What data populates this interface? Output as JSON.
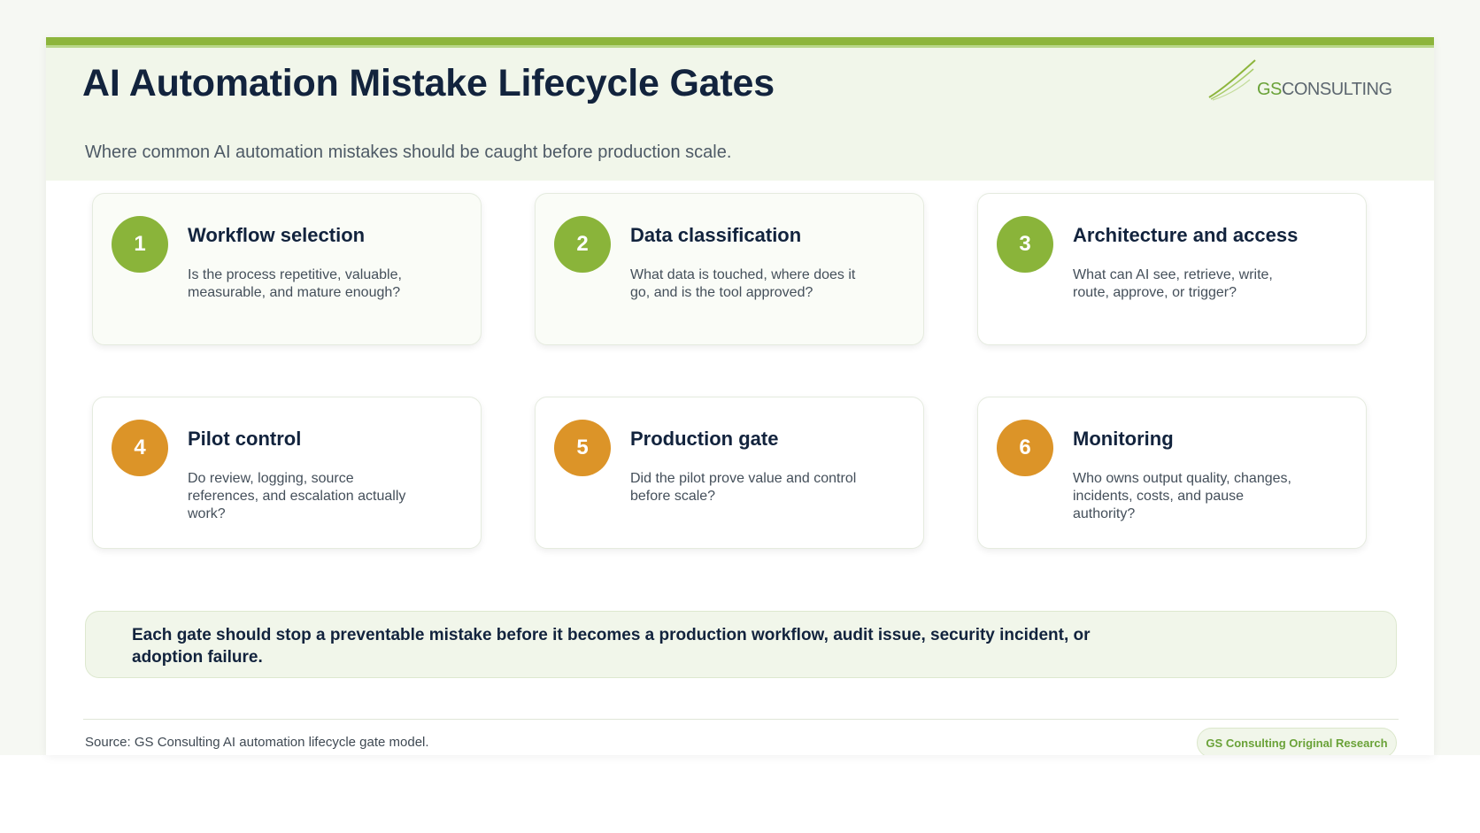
{
  "header": {
    "title": "AI Automation Mistake Lifecycle Gates",
    "subtitle": "Where common AI automation mistakes should be caught before production scale."
  },
  "logo": {
    "prefix": "GS",
    "suffix": "CONSULTING",
    "icon": "swoosh-logo-icon"
  },
  "gates": [
    {
      "number": "1",
      "title": "Workflow selection",
      "description": "Is the process repetitive, valuable, measurable, and mature enough?",
      "color": "#8ab43a"
    },
    {
      "number": "2",
      "title": "Data classification",
      "description": "What data is touched, where does it go, and is the tool approved?",
      "color": "#8ab43a"
    },
    {
      "number": "3",
      "title": "Architecture and access",
      "description": "What can AI see, retrieve, write, route, approve, or trigger?",
      "color": "#8ab43a"
    },
    {
      "number": "4",
      "title": "Pilot control",
      "description": "Do review, logging, source references, and escalation actually work?",
      "color": "#dc9428"
    },
    {
      "number": "5",
      "title": "Production gate",
      "description": "Did the pilot prove value and control before scale?",
      "color": "#dc9428"
    },
    {
      "number": "6",
      "title": "Monitoring",
      "description": "Who owns output quality, changes, incidents, costs, and pause authority?",
      "color": "#dc9428"
    }
  ],
  "callout": {
    "text": "Each gate should stop a preventable mistake before it becomes a production workflow, audit issue, security incident, or adoption failure."
  },
  "footer": {
    "source": "Source: GS Consulting AI automation lifecycle gate model.",
    "badge": "GS Consulting Original Research"
  },
  "colors": {
    "accent_green": "#8db53c",
    "accent_amber": "#dc9428",
    "title_navy": "#12233d"
  }
}
